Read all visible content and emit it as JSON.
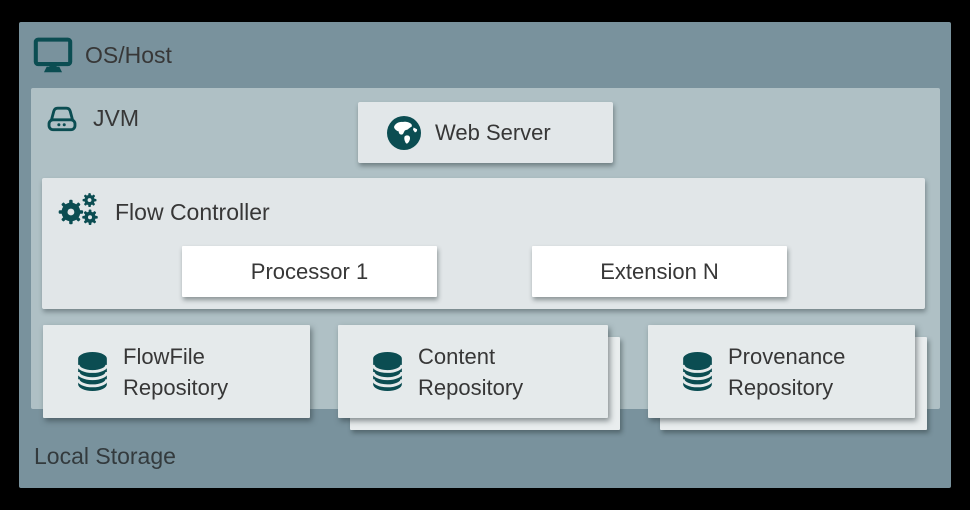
{
  "diagram": {
    "os_host": {
      "label": "OS/Host",
      "icon": "monitor-icon"
    },
    "jvm": {
      "label": "JVM",
      "icon": "hard-drive-icon"
    },
    "web_server": {
      "label": "Web Server",
      "icon": "globe-icon"
    },
    "flow_controller": {
      "label": "Flow Controller",
      "icon": "gears-icon"
    },
    "components": [
      {
        "label": "Processor 1"
      },
      {
        "label": "Extension N"
      }
    ],
    "repositories": [
      {
        "line1": "FlowFile",
        "line2": "Repository",
        "icon": "database-icon",
        "stacked": false
      },
      {
        "line1": "Content",
        "line2": "Repository",
        "icon": "database-icon",
        "stacked": true
      },
      {
        "line1": "Provenance",
        "line2": "Repository",
        "icon": "database-icon",
        "stacked": true
      }
    ],
    "local_storage": {
      "label": "Local Storage"
    }
  },
  "colors": {
    "background": "#000000",
    "os_host_bg": "#79929D",
    "jvm_bg": "#AFC0C5",
    "panel_bg": "#E1E6E8",
    "repo_card_bg": "#E5EAEB",
    "repo_stack_bg": "#E9EDEE",
    "component_bg": "#FFFFFF",
    "icon_teal": "#0B4D52",
    "text": "#373737"
  }
}
